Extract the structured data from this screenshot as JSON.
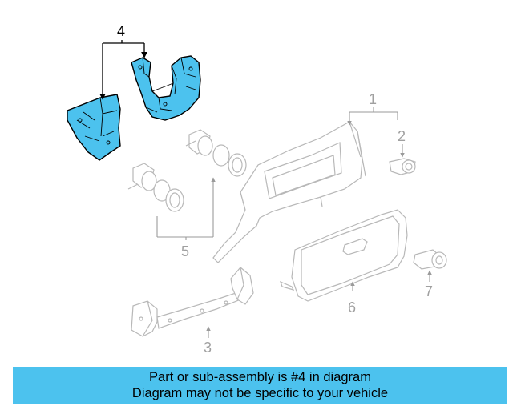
{
  "callouts": {
    "c1": "1",
    "c2": "2",
    "c3": "3",
    "c4": "4",
    "c5": "5",
    "c6": "6",
    "c7": "7"
  },
  "banner": {
    "line1": "Part or sub-assembly is #4 in diagram",
    "line2": "Diagram may not be specific to your vehicle"
  },
  "colors": {
    "highlight": "#4cc2ee",
    "outline": "#c8c8c8",
    "ink": "#000000",
    "callout_gray": "#a0a0a0"
  }
}
